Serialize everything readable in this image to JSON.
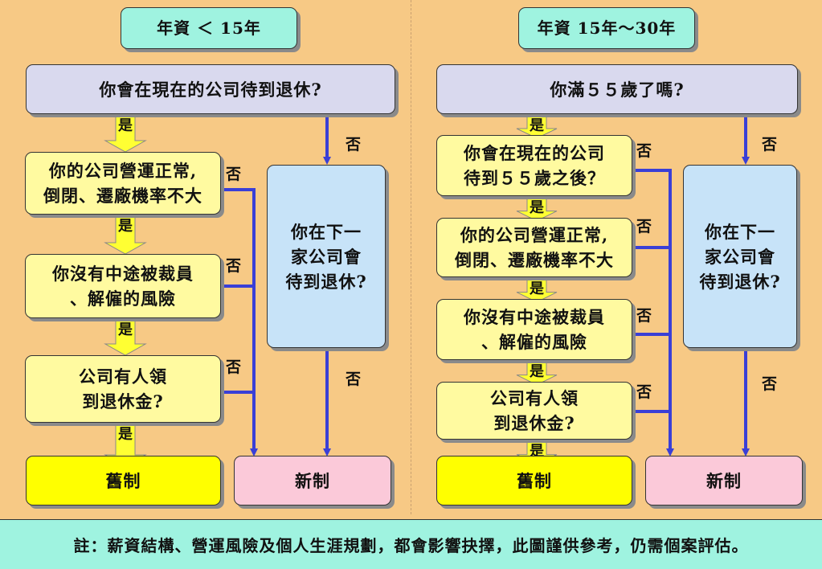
{
  "left": {
    "title": "年資 ＜ 15年",
    "q_main": "你會在現在的公司待到退休?",
    "q_company": [
      "你的公司營運正常,",
      "倒閉、遷廠機率不大"
    ],
    "q_layoff": [
      "你沒有中途被裁員",
      "、解僱的風險"
    ],
    "q_pension": [
      "公司有人領",
      "到退休金?"
    ],
    "q_next": [
      "你在下一",
      "家公司會",
      "待到退休?"
    ],
    "result_old": "舊制",
    "result_new": "新制"
  },
  "right": {
    "title": "年資 15年～30年",
    "q_main": "你滿５５歲了嗎?",
    "q_stay": [
      "你會在現在的公司",
      "待到５５歲之後？"
    ],
    "q_company": [
      "你的公司營運正常,",
      "倒閉、遷廠機率不大"
    ],
    "q_layoff": [
      "你沒有中途被裁員",
      "、解僱的風險"
    ],
    "q_pension": [
      "公司有人領",
      "到退休金?"
    ],
    "q_next": [
      "你在下一",
      "家公司會",
      "待到退休?"
    ],
    "result_old": "舊制",
    "result_new": "新制"
  },
  "labels": {
    "yes": "是",
    "no": "否"
  },
  "note": "註：薪資結構、營運風險及個人生涯規劃，都會影響抉擇，此圖謹供參考，仍需個案評估。",
  "colors": {
    "background": "#f7c985",
    "title": "#9ff3e0",
    "question": "#fffaa0",
    "main_question": "#d9d9ee",
    "next_company": "#c7e3f8",
    "old_system": "#ffff00",
    "new_system": "#fbc9d9",
    "connector": "#3a3fd6",
    "yes_arrow": "#ffff33"
  }
}
